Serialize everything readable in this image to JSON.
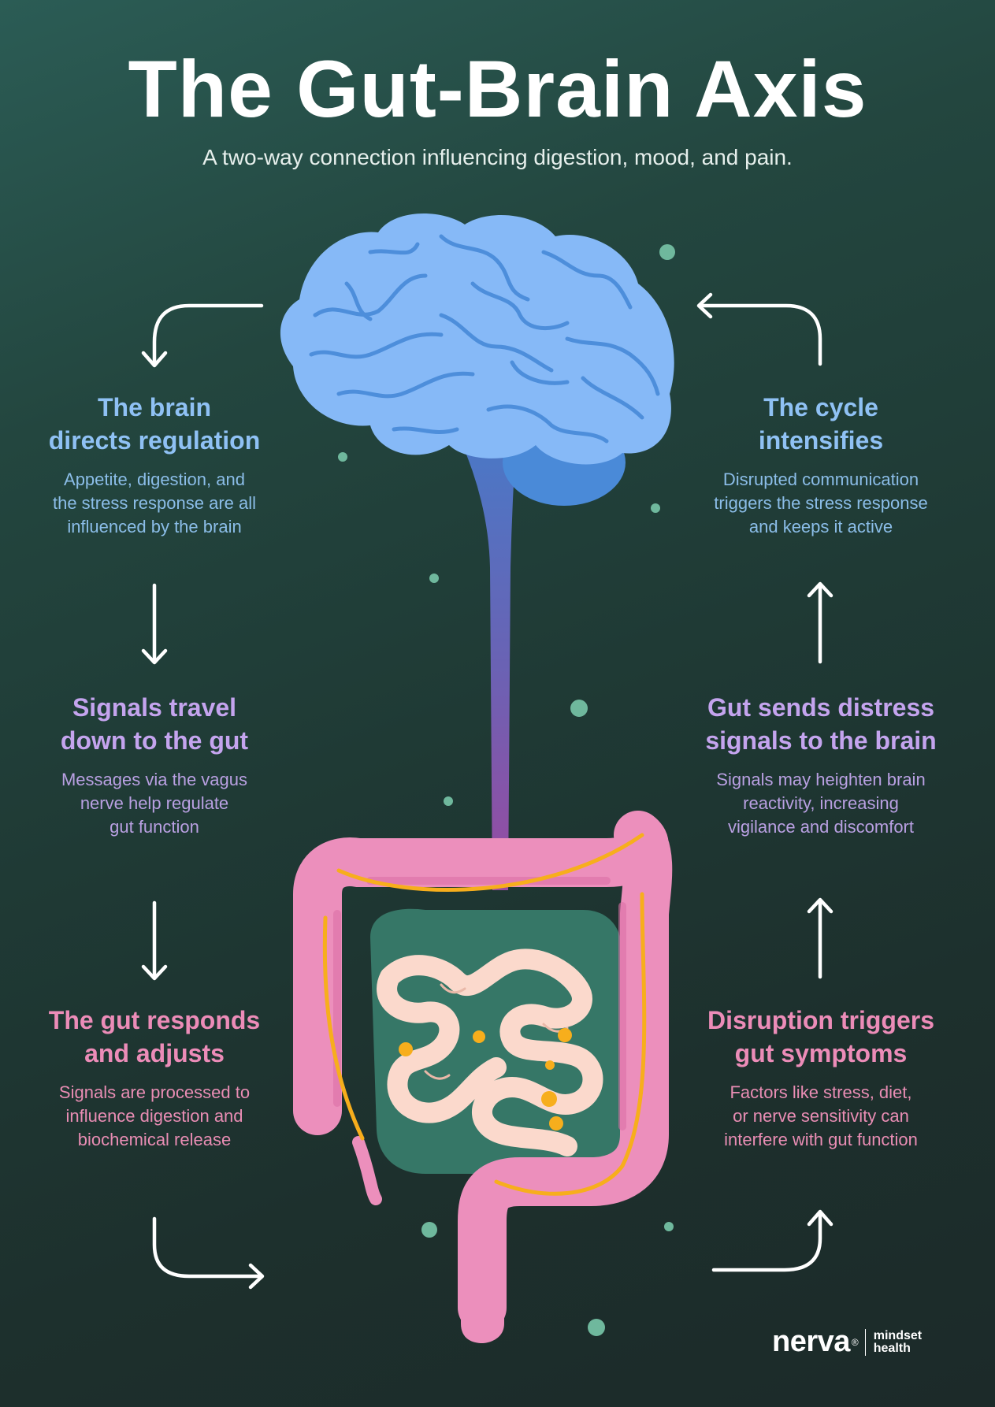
{
  "title": "The Gut-Brain Axis",
  "subtitle": "A two-way connection influencing digestion, mood, and pain.",
  "steps": {
    "brain_directs": {
      "heading_1": "The brain",
      "heading_2": "directs regulation",
      "body_1": "Appetite, digestion, and",
      "body_2": "the stress response are all",
      "body_3": "influenced by the brain"
    },
    "signals_down": {
      "heading_1": "Signals travel",
      "heading_2": "down to the gut",
      "body_1": "Messages via the vagus",
      "body_2": "nerve help regulate",
      "body_3": "gut function"
    },
    "gut_responds": {
      "heading_1": "The gut responds",
      "heading_2": "and adjusts",
      "body_1": "Signals are processed to",
      "body_2": "influence digestion and",
      "body_3": "biochemical release"
    },
    "cycle_intensifies": {
      "heading_1": "The cycle",
      "heading_2": "intensifies",
      "body_1": "Disrupted communication",
      "body_2": "triggers the stress response",
      "body_3": "and keeps it active"
    },
    "gut_distress": {
      "heading_1": "Gut sends distress",
      "heading_2": "signals to the brain",
      "body_1": "Signals may heighten brain",
      "body_2": "reactivity, increasing",
      "body_3": "vigilance and discomfort"
    },
    "disruption": {
      "heading_1": "Disruption triggers",
      "heading_2": "gut symptoms",
      "body_1": "Factors like stress, diet,",
      "body_2": "or nerve sensitivity can",
      "body_3": "interfere with gut function"
    }
  },
  "logo": {
    "brand": "nerva",
    "reg": "®",
    "tag_1": "mindset",
    "tag_2": "health"
  },
  "colors": {
    "blue": "#8fc1f4",
    "purple": "#c4a4ee",
    "pink": "#ec8cb8",
    "brain": "#86b9f7",
    "colon": "#ec8fbc",
    "small_intestine": "#fbd9cc",
    "nerve": "#f7ae1c"
  }
}
